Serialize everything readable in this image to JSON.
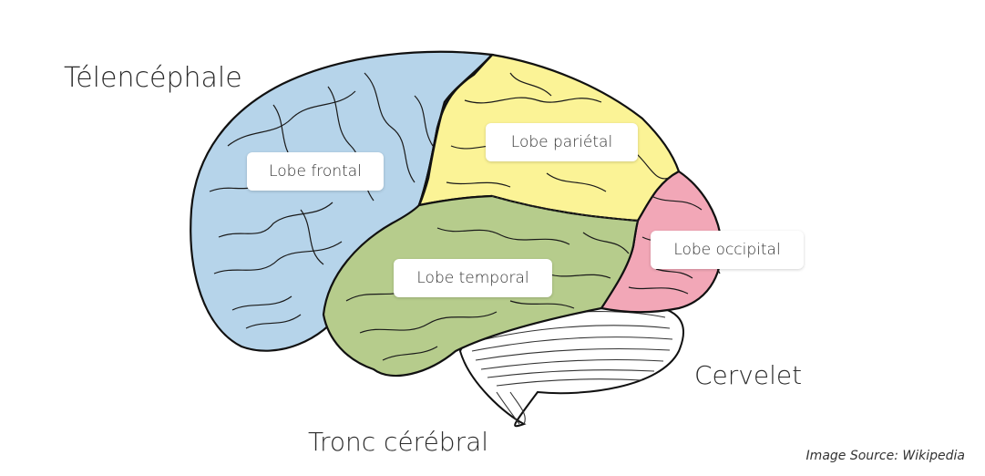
{
  "labels": {
    "telencephale": "Télencéphale",
    "cervelet": "Cervelet",
    "tronc": "Tronc cérébral",
    "frontal": "Lobe frontal",
    "parietal": "Lobe pariétal",
    "temporal": "Lobe temporal",
    "occipital": "Lobe occipital"
  },
  "source": "Image Source: Wikipedia",
  "colors": {
    "frontal": "#b6d4ea",
    "parietal": "#fbf396",
    "temporal": "#b6cc8c",
    "occipital": "#f2a7b7",
    "cerebellum": "#ffffff",
    "outline": "#111111"
  }
}
